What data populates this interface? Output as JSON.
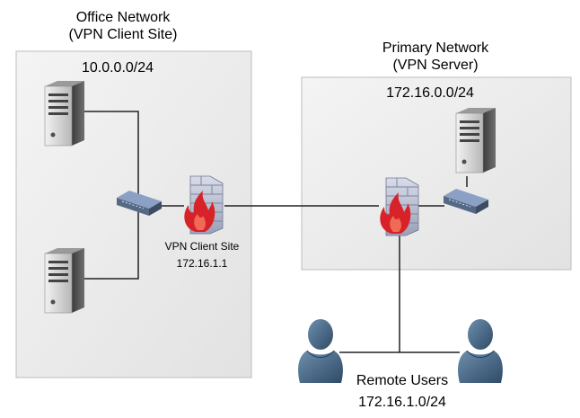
{
  "office": {
    "title_line1": "Office Network",
    "title_line2": "(VPN Client Site)",
    "subnet": "10.0.0.0/24"
  },
  "primary": {
    "title_line1": "Primary Network",
    "title_line2": "(VPN Server)",
    "subnet": "172.16.0.0/24"
  },
  "client_firewall": {
    "label": "VPN Client Site",
    "ip": "172.16.1.1"
  },
  "remote": {
    "label": "Remote Users",
    "subnet": "172.16.1.0/24"
  },
  "colors": {
    "zone_fill": "#e8e8e8",
    "zone_border": "#bdbdbd",
    "link": "#222222",
    "server_body": "#5d5d5d",
    "switch_body": "#6f7f96",
    "firewall_flame": "#d8222a",
    "user_fill": "#3e5d7c"
  },
  "icons": {
    "server": "server-icon",
    "switch": "switch-icon",
    "firewall": "firewall-icon",
    "user": "user-icon"
  }
}
